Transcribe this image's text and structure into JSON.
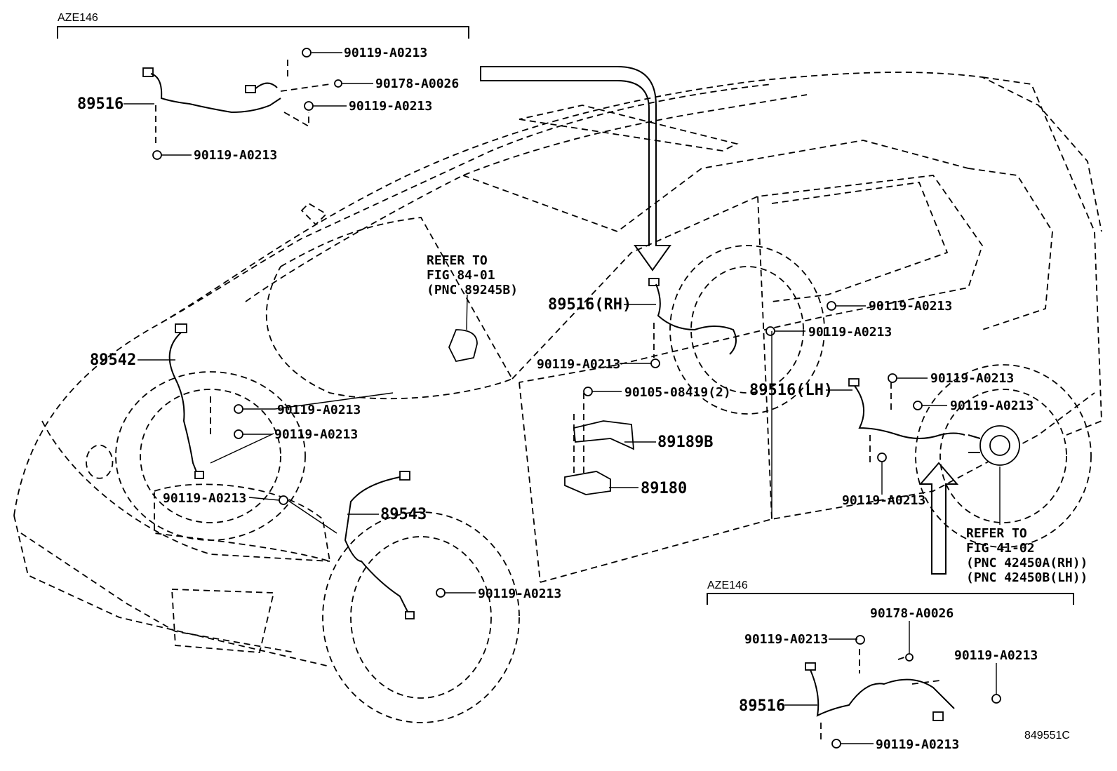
{
  "groups": {
    "top": "AZE146",
    "bottom": "AZE146"
  },
  "figure_id": "849551C",
  "parts": {
    "p89516": "89516",
    "p89516_rh": "89516(RH)",
    "p89516_lh": "89516(LH)",
    "p89542": "89542",
    "p89543": "89543",
    "p89189b": "89189B",
    "p89180": "89180",
    "bolt": "90119-A0213",
    "nut": "90178-A0026",
    "screw": "90105-08419(2)"
  },
  "refs": {
    "ref84": {
      "l1": "REFER TO",
      "l2": "FIG 84-01",
      "l3": "(PNC 89245B)"
    },
    "ref41": {
      "l1": "REFER TO",
      "l2": "FIG 41-02",
      "l3": "(PNC 42450A(RH))",
      "l4": "(PNC 42450B(LH))"
    }
  }
}
